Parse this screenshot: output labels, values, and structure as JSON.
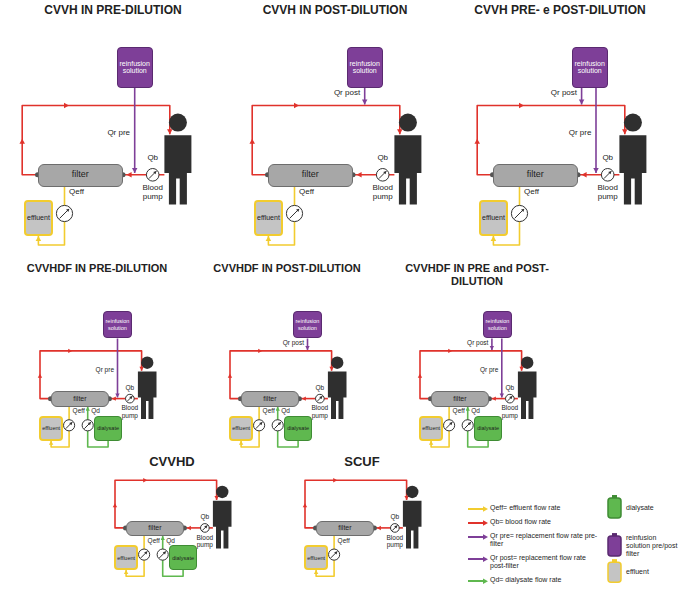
{
  "diagram": {
    "nodes": [
      {
        "text": [
          "reinfusion solution"
        ]
      },
      {
        "text": [
          "filter"
        ]
      },
      {
        "text": [
          "effluent"
        ]
      },
      {
        "text": [
          "reinfusion solution"
        ]
      },
      {
        "text": [
          "filter"
        ]
      },
      {
        "text": [
          "effluent"
        ]
      },
      {
        "text": [
          "reinfusion solution"
        ]
      },
      {
        "text": [
          "filter"
        ]
      },
      {
        "text": [
          "effluent"
        ]
      },
      {
        "text": [
          "reinfusion solution"
        ]
      },
      {
        "text": [
          "filter"
        ]
      },
      {
        "text": [
          "effluent"
        ]
      },
      {
        "text": [
          "dialysate"
        ]
      },
      {
        "text": [
          "reinfusion solution"
        ]
      },
      {
        "text": [
          "filter"
        ]
      },
      {
        "text": [
          "effluent"
        ]
      },
      {
        "text": [
          "dialysate"
        ]
      },
      {
        "text": [
          "reinfusion solution"
        ]
      },
      {
        "text": [
          "filter"
        ]
      },
      {
        "text": [
          "effluent"
        ]
      },
      {
        "text": [
          "dialysate"
        ]
      },
      {
        "text": [
          "filter"
        ]
      },
      {
        "text": [
          "effluent"
        ]
      },
      {
        "text": [
          "dialysate"
        ]
      },
      {
        "text": [
          "filter"
        ]
      },
      {
        "text": [
          "effluent"
        ]
      }
    ],
    "edges": [
      {
        "from": 1,
        "to": 2,
        "arrow": "to"
      },
      {
        "from": 4,
        "to": 5,
        "arrow": "to"
      },
      {
        "from": 7,
        "to": 8,
        "arrow": "to"
      },
      {
        "from": 10,
        "to": 11,
        "arrow": "to"
      },
      {
        "from": 12,
        "to": 10,
        "arrow": "to"
      },
      {
        "from": 14,
        "to": 15,
        "arrow": "to"
      },
      {
        "from": 16,
        "to": 14,
        "arrow": "to"
      },
      {
        "from": 18,
        "to": 19,
        "arrow": "to"
      },
      {
        "from": 20,
        "to": 18,
        "arrow": "to"
      },
      {
        "from": 21,
        "to": 22,
        "arrow": "to"
      },
      {
        "from": 23,
        "to": 21,
        "arrow": "to"
      },
      {
        "from": 24,
        "to": 25,
        "arrow": "to"
      }
    ],
    "labels": [
      "CVVH IN PRE-DILUTION",
      "Qr pre",
      "Qb",
      "Blood pump",
      "Qeff",
      "CVVH IN POST-DILUTION",
      "Qr post",
      "Qb",
      "Blood pump",
      "Qeff",
      "CVVH  PRE- e POST-DILUTION",
      "Qr post",
      "Qr pre",
      "Qb",
      "Blood pump",
      "Qeff",
      "CVVHDF IN PRE-DILUTION",
      "Qr pre",
      "Qb",
      "Blood pump",
      "Qeff",
      "Qd",
      "CVVHDF IN POST-DILUTION",
      "Qr post",
      "Qb",
      "Blood pump",
      "Qeff",
      "Qd",
      "CVVHDF IN PRE and POST-DILUTION",
      "Qr post",
      "Qr pre",
      "Qb",
      "Blood pump",
      "Qeff",
      "Qd",
      "CVVHD",
      "Qb",
      "Blood pump",
      "Qeff",
      "Qd",
      "SCUF",
      "Qb",
      "Blood pump",
      "Qeff"
    ],
    "legend": [
      {
        "text": "Qeff= effluent flow rate",
        "color": "#f2cc2f"
      },
      {
        "text": "Qb= blood flow rate",
        "color": "#e0322b"
      },
      {
        "text": "Qr pre= replacement flow rate pre-filter",
        "color": "#7e3f98"
      },
      {
        "text": "Qr post= replacement flow rate post-filter",
        "color": "#7e3f98"
      },
      {
        "text": "Qd= dialysate flow rate",
        "color": "#5fb84f"
      },
      {
        "text": "dialysate"
      },
      {
        "text": "reinfusion solution pre/post filter"
      },
      {
        "text": "effluent"
      }
    ]
  }
}
